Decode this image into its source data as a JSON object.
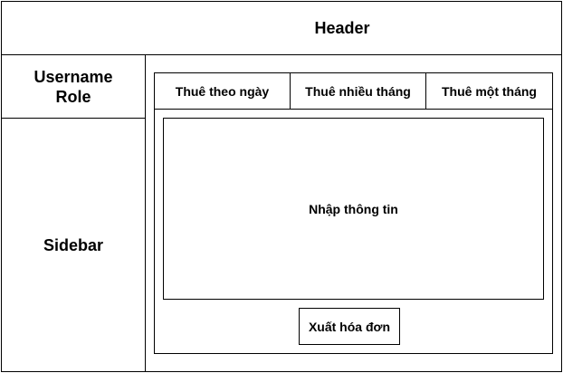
{
  "header": {
    "label": "Header"
  },
  "user_panel": {
    "username": "Username",
    "role": "Role"
  },
  "sidebar": {
    "label": "Sidebar"
  },
  "content": {
    "tabs": [
      {
        "label": "Thuê theo ngày"
      },
      {
        "label": "Thuê nhiều tháng"
      },
      {
        "label": "Thuê một tháng"
      }
    ],
    "input_area": {
      "label": "Nhập thông tin"
    },
    "invoice_button": {
      "label": "Xuất hóa đơn"
    }
  }
}
